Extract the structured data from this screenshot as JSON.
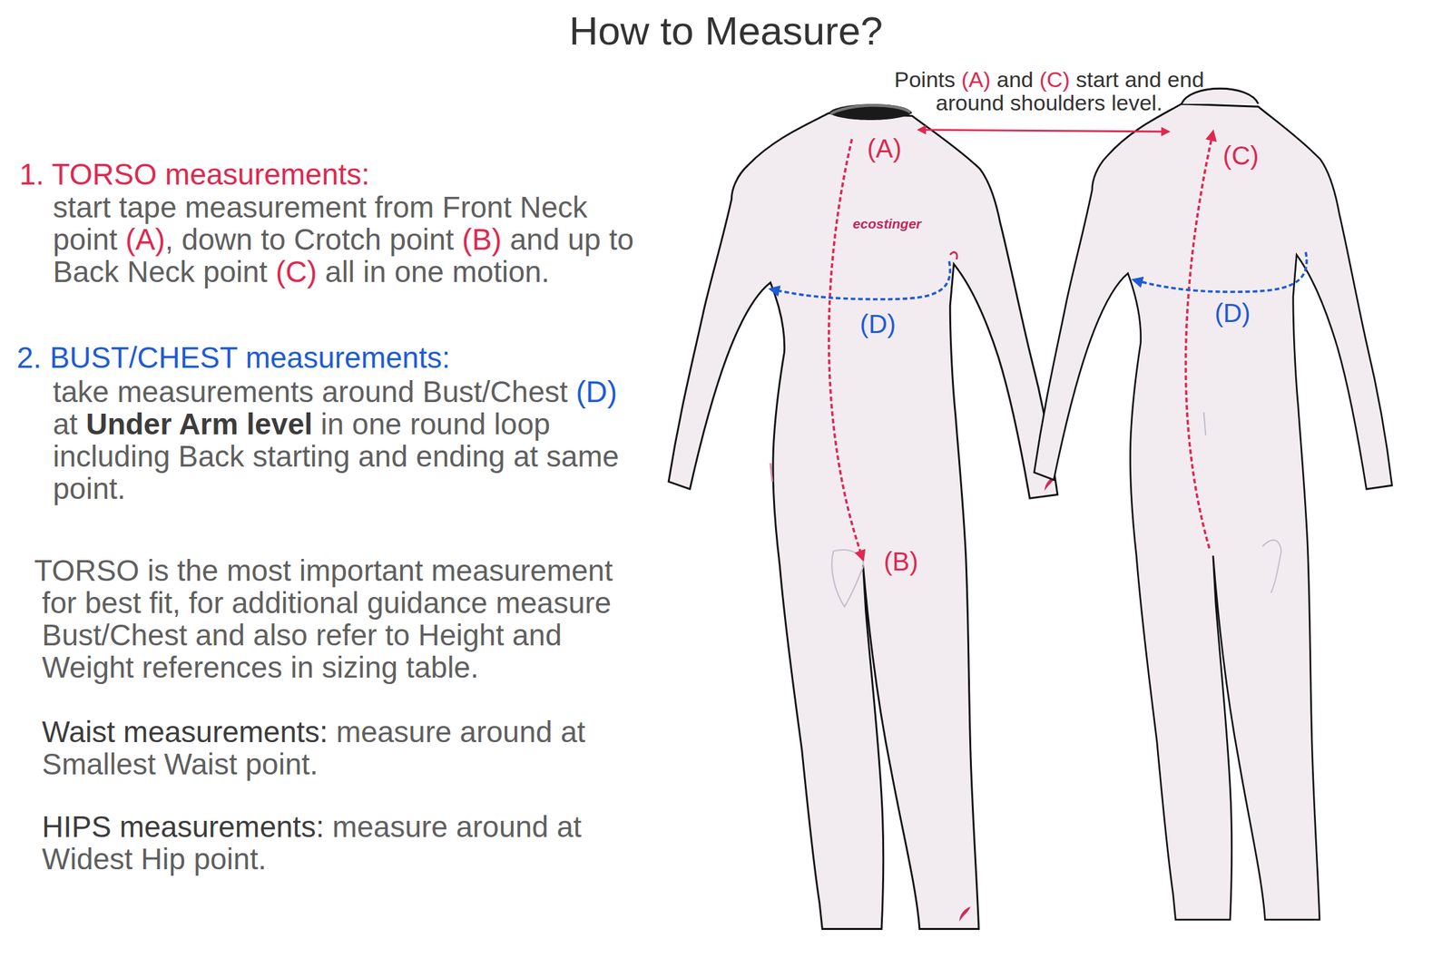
{
  "diagram": {
    "title": "How to Measure?",
    "labels": [
      "1. TORSO measurements:",
      "start tape measurement from Front Neck point",
      "(A)",
      ", down to Crotch point",
      "(B)",
      "and up to Back Neck point",
      "(C)",
      "all in one motion.",
      "2. BUST/CHEST measurements:",
      "take measurements around Bust/Chest",
      "(D)",
      "at",
      "Under Arm level",
      "in one round loop including Back starting and ending at same point.",
      "TORSO is the most important measurement for best fit, for additional guidance measure Bust/Chest and also refer to Height and Weight references in sizing table.",
      "Waist measurements:",
      "measure around at Smallest Waist point.",
      "HIPS measurements:",
      "measure around at Widest Hip point.",
      "Points",
      "(A)",
      "and",
      "(C)",
      "start and end around shoulders level.",
      "(A)",
      "(C)",
      "ecostinger",
      "(D)",
      "(D)",
      "(B)"
    ]
  }
}
